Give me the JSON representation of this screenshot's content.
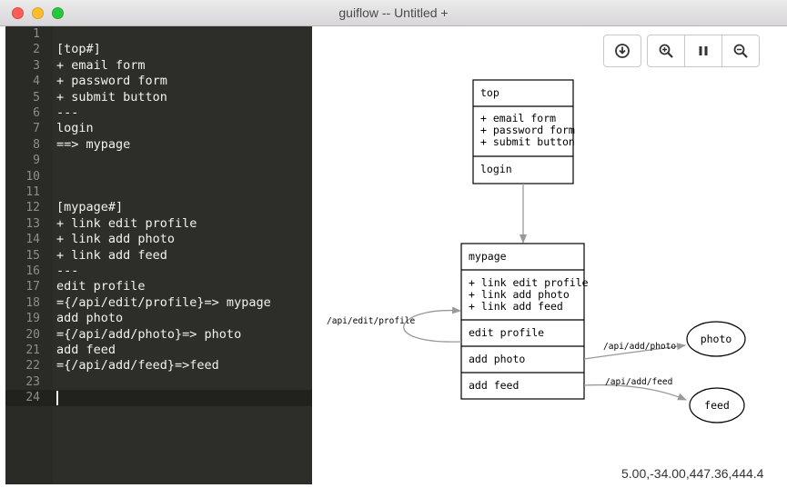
{
  "window": {
    "title": "guiflow -- Untitled +"
  },
  "editor": {
    "lines": [
      {
        "n": "1",
        "text": ""
      },
      {
        "n": "2",
        "text": "[top#]"
      },
      {
        "n": "3",
        "text": "+ email form"
      },
      {
        "n": "4",
        "text": "+ password form"
      },
      {
        "n": "5",
        "text": "+ submit button"
      },
      {
        "n": "6",
        "text": "---"
      },
      {
        "n": "7",
        "text": "login"
      },
      {
        "n": "8",
        "text": "==> mypage"
      },
      {
        "n": "9",
        "text": ""
      },
      {
        "n": "10",
        "text": ""
      },
      {
        "n": "11",
        "text": ""
      },
      {
        "n": "12",
        "text": "[mypage#]"
      },
      {
        "n": "13",
        "text": "+ link edit profile"
      },
      {
        "n": "14",
        "text": "+ link add photo"
      },
      {
        "n": "15",
        "text": "+ link add feed"
      },
      {
        "n": "16",
        "text": "---"
      },
      {
        "n": "17",
        "text": "edit profile"
      },
      {
        "n": "18",
        "text": "={/api/edit/profile}=> mypage"
      },
      {
        "n": "19",
        "text": "add photo"
      },
      {
        "n": "20",
        "text": "={/api/add/photo}=> photo"
      },
      {
        "n": "21",
        "text": "add feed"
      },
      {
        "n": "22",
        "text": "={/api/add/feed}=>feed"
      },
      {
        "n": "23",
        "text": ""
      },
      {
        "n": "24",
        "text": ""
      }
    ],
    "active_line": "24"
  },
  "toolbar": {
    "buttons": [
      {
        "name": "download-button",
        "icon": "download-icon"
      },
      {
        "name": "zoom-in-button",
        "icon": "zoom-in-icon"
      },
      {
        "name": "pause-button",
        "icon": "pause-icon"
      },
      {
        "name": "zoom-out-button",
        "icon": "zoom-out-icon"
      }
    ]
  },
  "diagram": {
    "top": {
      "title": "top",
      "items": [
        "+ email form",
        "+ password form",
        "+ submit button"
      ],
      "actions": [
        "login"
      ]
    },
    "mypage": {
      "title": "mypage",
      "items": [
        "+ link edit profile",
        "+ link add photo",
        "+ link add feed"
      ],
      "actions": [
        "edit profile",
        "add photo",
        "add feed"
      ]
    },
    "photo": "photo",
    "feed": "feed",
    "edges": {
      "edit": "/api/edit/profile",
      "photo": "/api/add/photo",
      "feed": "/api/add/feed"
    }
  },
  "status": {
    "viewbox_text": "5.00,-34.00,447.36,444.4"
  },
  "colors": {
    "editor_bg": "#2d2e29",
    "edge": "#999999"
  }
}
